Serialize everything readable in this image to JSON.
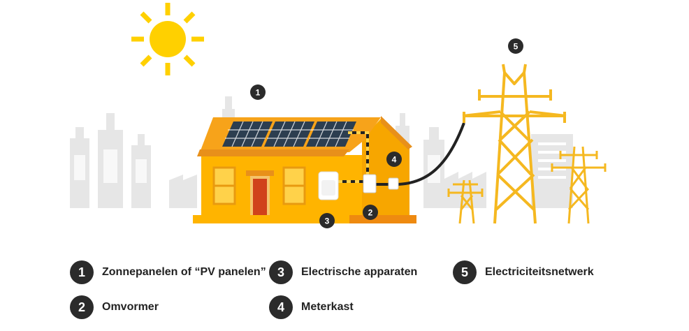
{
  "markers": {
    "m1": "1",
    "m2": "2",
    "m3": "3",
    "m4": "4",
    "m5": "5"
  },
  "legend": [
    {
      "number": "1",
      "label": "Zonnepanelen of “PV panelen”"
    },
    {
      "number": "2",
      "label": "Omvormer"
    },
    {
      "number": "3",
      "label": "Electrische apparaten"
    },
    {
      "number": "4",
      "label": "Meterkast"
    },
    {
      "number": "5",
      "label": "Electriciteitsnetwerk"
    }
  ],
  "colors": {
    "sun": "#ffd000",
    "house": "#ffb400",
    "roof": "#f4a81c",
    "door": "#d0421b",
    "panel": "#2c3e50",
    "tower": "#f5b820",
    "city": "#e8e8e8",
    "badge": "#2b2b2b"
  }
}
